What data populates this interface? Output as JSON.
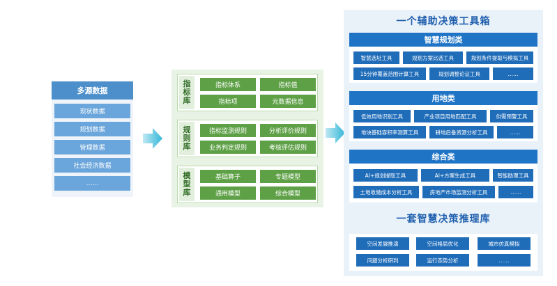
{
  "sources": {
    "title": "多源数据",
    "items": [
      "现状数据",
      "规划数据",
      "管理数据",
      "社会经济数据",
      "……"
    ]
  },
  "libraries": [
    {
      "label": "指标库",
      "items": [
        "指标体系",
        "指标值",
        "指标项",
        "元数据信息"
      ]
    },
    {
      "label": "规则库",
      "items": [
        "指标监测规则",
        "分析评价规则",
        "业务判定规则",
        "考核评估规则"
      ]
    },
    {
      "label": "模型库",
      "items": [
        "基础算子",
        "专题模型",
        "通用模型",
        "综合模型"
      ]
    }
  ],
  "toolbox": {
    "title": "一个辅助决策工具箱",
    "categories": [
      {
        "name": "智慧规划类",
        "rows": [
          [
            "智慧选址工具",
            "规划方案比选工具",
            "规划条件提取与模拟工具"
          ],
          [
            "15分钟覆盖范围计算工具",
            "规划调整论证工具",
            "……"
          ]
        ]
      },
      {
        "name": "用地类",
        "rows": [
          [
            "低效用地识别工具",
            "产业项目用地匹配工具",
            "供需预警工具"
          ],
          [
            "地块基础容积率测算工具",
            "耕地后备资源分析工具",
            "……"
          ]
        ]
      },
      {
        "name": "综合类",
        "rows": [
          [
            "AI+规划提取工具",
            "AI+方案生成工具",
            "智能助理工具"
          ],
          [
            "土地收储成本分析工具",
            "房地产市场监测分析工具",
            "……"
          ]
        ]
      }
    ]
  },
  "reasoning": {
    "title": "一套智慧决策推理库",
    "rows": [
      [
        "空间发展推演",
        "空间格局优化",
        "城市仿真模拟"
      ],
      [
        "问题分析研判",
        "运行态势分析",
        "……"
      ]
    ]
  },
  "colors": {
    "source_blue": "#4d8fcb",
    "library_green": "#5ea046",
    "toolbox_blue": "#1f74c6",
    "arrow_cyan": "#33b7d8"
  }
}
